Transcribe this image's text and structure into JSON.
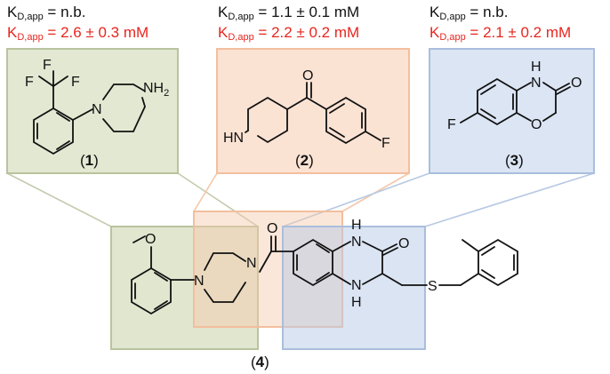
{
  "fragments": [
    {
      "kd_bound": {
        "symbol": "K",
        "sub": "D,app",
        "value": " = n.b."
      },
      "kd_weak": {
        "symbol": "K",
        "sub": "D,app",
        "value": " = 2.6 ± 0.3 mM"
      },
      "label_open": "(",
      "label_num": "1",
      "label_close": ")",
      "atoms": {
        "f1": "F",
        "f2": "F",
        "f3": "F",
        "n1": "N",
        "nh2": "NH",
        "nh2_sub": "2"
      }
    },
    {
      "kd_bound": {
        "symbol": "K",
        "sub": "D,app",
        "value": " = 1.1 ± 0.1 mM"
      },
      "kd_weak": {
        "symbol": "K",
        "sub": "D,app",
        "value": " = 2.2 ± 0.2 mM"
      },
      "label_open": "(",
      "label_num": "2",
      "label_close": ")",
      "atoms": {
        "o": "O",
        "hn": "HN",
        "f": "F"
      }
    },
    {
      "kd_bound": {
        "symbol": "K",
        "sub": "D,app",
        "value": " = n.b."
      },
      "kd_weak": {
        "symbol": "K",
        "sub": "D,app",
        "value": " = 2.1 ± 0.2 mM"
      },
      "label_open": "(",
      "label_num": "3",
      "label_close": ")",
      "atoms": {
        "h": "H",
        "n": "N",
        "o_carbonyl": "O",
        "o_ring": "O",
        "f": "F"
      }
    }
  ],
  "compound": {
    "label_open": "(",
    "label_num": "4",
    "label_close": ")",
    "atoms": {
      "o_methoxy": "O",
      "n1": "N",
      "n2": "N",
      "o_amide": "O",
      "h_top": "H",
      "n_top": "N",
      "o_lactam": "O",
      "h_bot": "H",
      "n_bot": "N",
      "s": "S"
    }
  },
  "colors": {
    "green_fill": "#e3e8d2",
    "green_stroke": "#b9c39e",
    "orange_fill": "#fbe3d4",
    "orange_stroke": "#f2bf9e",
    "blue_fill": "#dbe5f4",
    "blue_stroke": "#a9bedd",
    "red_text": "#e8251e"
  }
}
